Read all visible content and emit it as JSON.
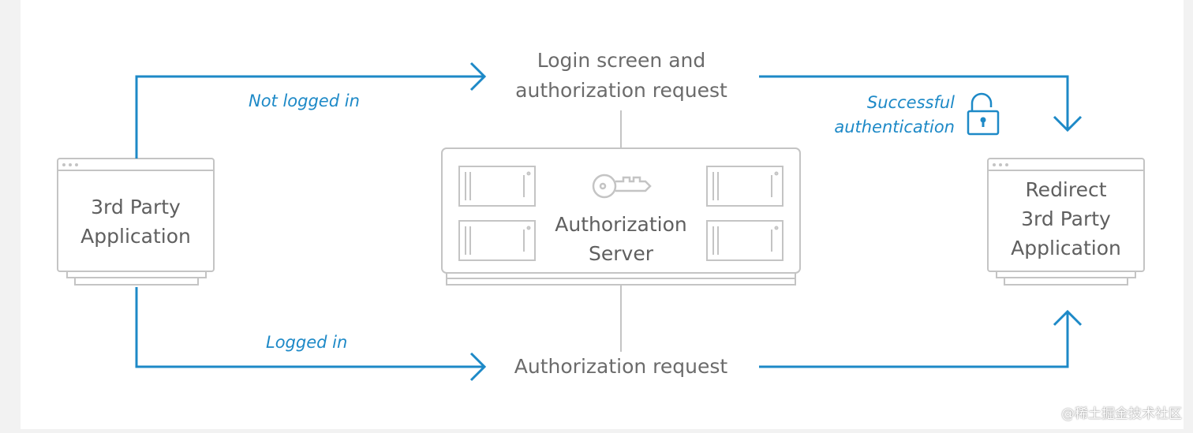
{
  "diagram": {
    "login_screen_label": "Login screen and\nauthorization request",
    "auth_request_label": "Authorization request",
    "not_logged_in": "Not logged in",
    "logged_in": "Logged in",
    "successful_authentication": "Successful\nauthentication",
    "third_party_app": "3rd Party\nApplication",
    "auth_server": "Authorization\nServer",
    "redirect_app": "Redirect\n3rd Party\nApplication",
    "watermark": "@稀土掘金技术社区"
  },
  "colors": {
    "flow_blue": "#1d89c7",
    "outline_gray": "#c4c4c4",
    "text_gray": "#6b6b6b"
  },
  "icons": [
    "key-icon",
    "unlocked-padlock-icon",
    "server-unit-icon",
    "window-dots-icon"
  ]
}
